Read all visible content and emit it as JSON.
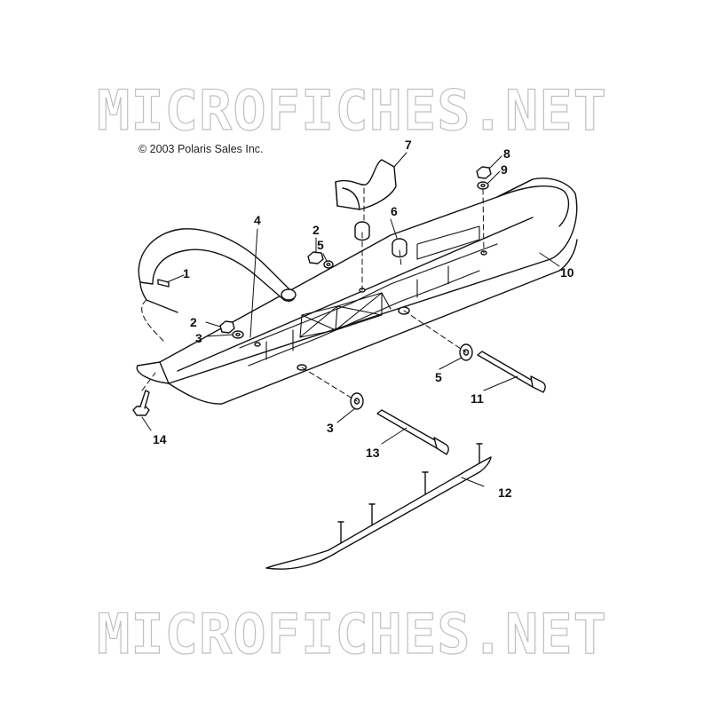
{
  "watermark": {
    "top": "MICROFICHES.NET",
    "bottom": "MICROFICHES.NET"
  },
  "copyright": "© 2003 Polaris Sales Inc.",
  "callouts": [
    {
      "id": "c1",
      "label": "1"
    },
    {
      "id": "c2a",
      "label": "2"
    },
    {
      "id": "c2b",
      "label": "2"
    },
    {
      "id": "c3a",
      "label": "3"
    },
    {
      "id": "c3b",
      "label": "3"
    },
    {
      "id": "c4",
      "label": "4"
    },
    {
      "id": "c5a",
      "label": "5"
    },
    {
      "id": "c5b",
      "label": "5"
    },
    {
      "id": "c6",
      "label": "6"
    },
    {
      "id": "c7",
      "label": "7"
    },
    {
      "id": "c8",
      "label": "8"
    },
    {
      "id": "c9",
      "label": "9"
    },
    {
      "id": "c10",
      "label": "10"
    },
    {
      "id": "c11",
      "label": "11"
    },
    {
      "id": "c12",
      "label": "12"
    },
    {
      "id": "c13",
      "label": "13"
    },
    {
      "id": "c14",
      "label": "14"
    }
  ],
  "colors": {
    "line": "#111111",
    "watermark": "#b9b9b9",
    "background": "#ffffff"
  }
}
